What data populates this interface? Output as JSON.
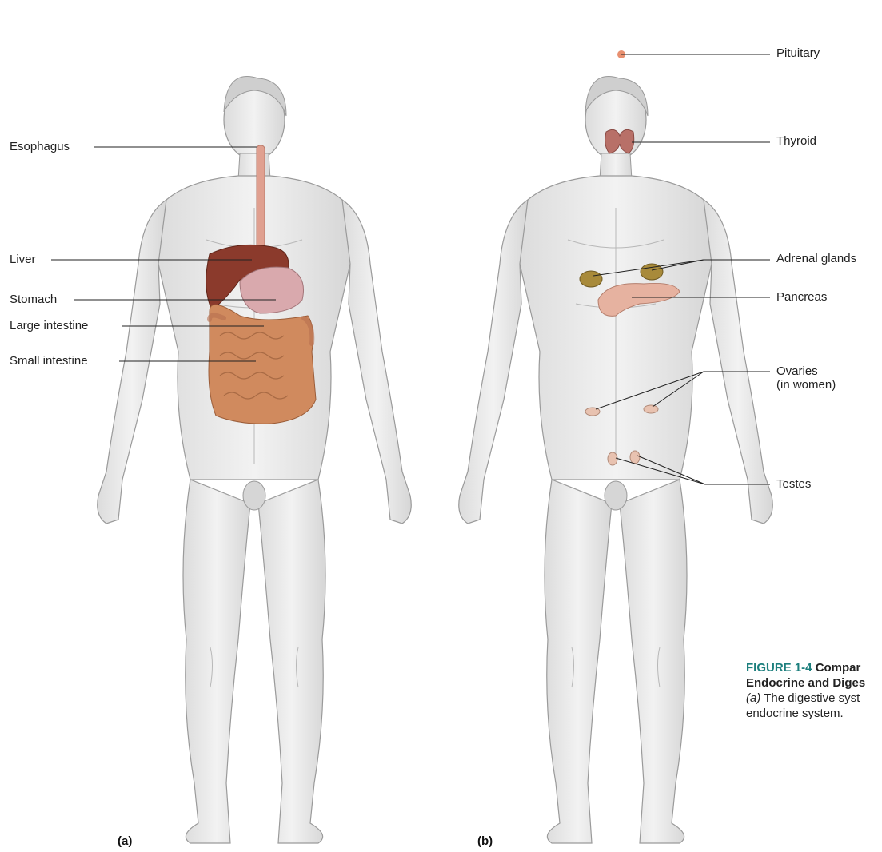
{
  "panel_a": {
    "letter": "(a)",
    "labels": {
      "esophagus": "Esophagus",
      "liver": "Liver",
      "stomach": "Stomach",
      "large_intestine": "Large intestine",
      "small_intestine": "Small intestine"
    }
  },
  "panel_b": {
    "letter": "(b)",
    "labels": {
      "pituitary": "Pituitary",
      "thyroid": "Thyroid",
      "adrenal_glands": "Adrenal glands",
      "pancreas": "Pancreas",
      "ovaries_line1": "Ovaries",
      "ovaries_line2": "(in women)",
      "testes": "Testes"
    }
  },
  "caption": {
    "figure_number": "FIGURE 1-4",
    "title_line1": "Compar",
    "title_line2": "Endocrine and Diges",
    "body_italic": "(a)",
    "body_line1": " The digestive syst",
    "body_line2": "endocrine system."
  },
  "colors": {
    "body_fill": "#e9e9e9",
    "body_stroke": "#9a9a9a",
    "liver": "#8b3a2c",
    "stomach": "#d9a9ad",
    "intestine": "#d08a5e",
    "esophagus": "#e0a090",
    "thyroid": "#b87068",
    "adrenal": "#a88a3a",
    "pancreas": "#e6b2a0",
    "gonad": "#e8c2b0",
    "caption_accent": "#1c7f7d"
  }
}
